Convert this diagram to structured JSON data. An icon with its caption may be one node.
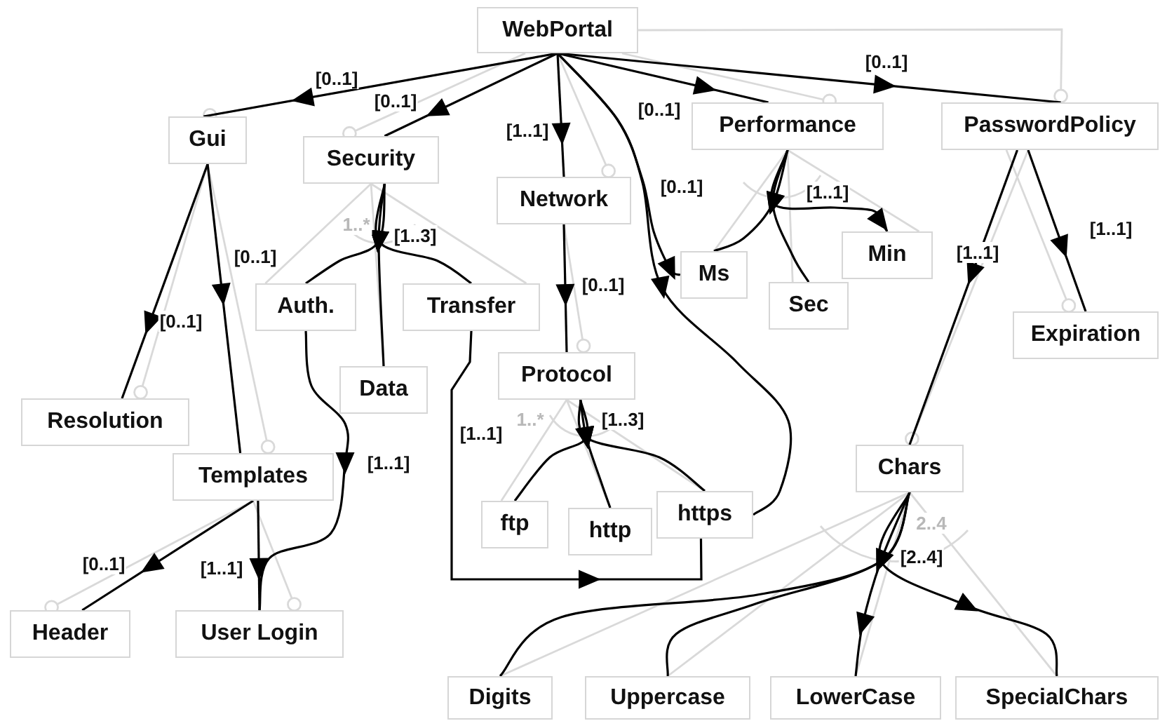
{
  "diagram": {
    "nodes": [
      {
        "text": [
          "WebPortal"
        ]
      },
      {
        "text": [
          "Gui"
        ]
      },
      {
        "text": [
          "Security"
        ]
      },
      {
        "text": [
          "Network"
        ]
      },
      {
        "text": [
          "Performance"
        ]
      },
      {
        "text": [
          "PasswordPolicy"
        ]
      },
      {
        "text": [
          "Auth."
        ]
      },
      {
        "text": [
          "Data"
        ]
      },
      {
        "text": [
          "Transfer"
        ]
      },
      {
        "text": [
          "Protocol"
        ]
      },
      {
        "text": [
          "Resolution"
        ]
      },
      {
        "text": [
          "Templates"
        ]
      },
      {
        "text": [
          "Ms"
        ]
      },
      {
        "text": [
          "Sec"
        ]
      },
      {
        "text": [
          "Min"
        ]
      },
      {
        "text": [
          "Expiration"
        ]
      },
      {
        "text": [
          "ftp"
        ]
      },
      {
        "text": [
          "http"
        ]
      },
      {
        "text": [
          "https"
        ]
      },
      {
        "text": [
          "Chars"
        ]
      },
      {
        "text": [
          "Header"
        ]
      },
      {
        "text": [
          "User Login"
        ]
      },
      {
        "text": [
          "Digits"
        ]
      },
      {
        "text": [
          "Uppercase"
        ]
      },
      {
        "text": [
          "LowerCase"
        ]
      },
      {
        "text": [
          "SpecialChars"
        ]
      }
    ],
    "edges": [
      {
        "from": 0,
        "to": 1,
        "arrow": "to",
        "label": "[0..1]"
      },
      {
        "from": 0,
        "to": 2,
        "arrow": "to",
        "label": "[0..1]"
      },
      {
        "from": 0,
        "to": 3,
        "arrow": "to",
        "label": "[1..1]"
      },
      {
        "from": 0,
        "to": 4,
        "arrow": "to",
        "label": "[0..1]"
      },
      {
        "from": 0,
        "to": 5,
        "arrow": "to",
        "label": "[0..1]"
      },
      {
        "from": 0,
        "to": 12,
        "arrow": "to",
        "label": "[0..1]"
      },
      {
        "from": 0,
        "to": 18,
        "arrow": "to"
      },
      {
        "from": 1,
        "to": 10,
        "arrow": "to",
        "label": "[0..1]"
      },
      {
        "from": 1,
        "to": 11,
        "arrow": "to",
        "label": "[0..1]"
      },
      {
        "from": 2,
        "to": 6,
        "arrow": "to",
        "label": "[1..3]"
      },
      {
        "from": 2,
        "to": 7,
        "arrow": "to"
      },
      {
        "from": 2,
        "to": 8,
        "arrow": "to"
      },
      {
        "from": 6,
        "to": 21,
        "arrow": "to",
        "label": "[1..1]"
      },
      {
        "from": 8,
        "to": 18,
        "arrow": "to",
        "label": "[1..1]"
      },
      {
        "from": 3,
        "to": 9,
        "arrow": "to",
        "label": "[0..1]"
      },
      {
        "from": 9,
        "to": 16,
        "arrow": "to",
        "label": "[1..3]"
      },
      {
        "from": 9,
        "to": 17,
        "arrow": "to"
      },
      {
        "from": 9,
        "to": 18,
        "arrow": "to"
      },
      {
        "from": 4,
        "to": 12,
        "arrow": "to",
        "label": "[1..1]"
      },
      {
        "from": 4,
        "to": 13,
        "arrow": "to"
      },
      {
        "from": 4,
        "to": 14,
        "arrow": "to"
      },
      {
        "from": 5,
        "to": 19,
        "arrow": "to",
        "label": "[1..1]"
      },
      {
        "from": 5,
        "to": 15,
        "arrow": "to",
        "label": "[1..1]"
      },
      {
        "from": 11,
        "to": 20,
        "arrow": "to",
        "label": "[0..1]"
      },
      {
        "from": 11,
        "to": 21,
        "arrow": "to",
        "label": "[1..1]"
      },
      {
        "from": 19,
        "to": 22,
        "arrow": "to",
        "label": "[2..4]"
      },
      {
        "from": 19,
        "to": 23,
        "arrow": "to"
      },
      {
        "from": 19,
        "to": 24,
        "arrow": "to"
      },
      {
        "from": 19,
        "to": 25,
        "arrow": "to"
      },
      {
        "from": 0,
        "to": 1,
        "arrow": "other",
        "color": "#d9d9d9"
      },
      {
        "from": 0,
        "to": 2,
        "arrow": "other",
        "color": "#d9d9d9"
      },
      {
        "from": 0,
        "to": 3,
        "arrow": "other",
        "color": "#d9d9d9"
      },
      {
        "from": 0,
        "to": 4,
        "arrow": "other",
        "color": "#d9d9d9"
      },
      {
        "from": 0,
        "to": 5,
        "arrow": "other",
        "color": "#d9d9d9"
      },
      {
        "from": 1,
        "to": 10,
        "arrow": "other",
        "color": "#d9d9d9"
      },
      {
        "from": 1,
        "to": 11,
        "arrow": "other",
        "color": "#d9d9d9"
      },
      {
        "from": 11,
        "to": 20,
        "arrow": "other",
        "color": "#d9d9d9"
      },
      {
        "from": 11,
        "to": 21,
        "arrow": "other",
        "color": "#d9d9d9"
      },
      {
        "from": 2,
        "to": 6,
        "arrow": "none",
        "color": "#d9d9d9"
      },
      {
        "from": 2,
        "to": 7,
        "arrow": "none",
        "color": "#d9d9d9"
      },
      {
        "from": 2,
        "to": 8,
        "arrow": "none",
        "color": "#d9d9d9"
      },
      {
        "from": 3,
        "to": 9,
        "arrow": "other",
        "color": "#d9d9d9"
      },
      {
        "from": 9,
        "to": 16,
        "arrow": "none",
        "color": "#d9d9d9"
      },
      {
        "from": 9,
        "to": 17,
        "arrow": "none",
        "color": "#d9d9d9"
      },
      {
        "from": 9,
        "to": 18,
        "arrow": "none",
        "color": "#d9d9d9"
      },
      {
        "from": 4,
        "to": 12,
        "arrow": "none",
        "color": "#d9d9d9"
      },
      {
        "from": 4,
        "to": 13,
        "arrow": "none",
        "color": "#d9d9d9"
      },
      {
        "from": 4,
        "to": 14,
        "arrow": "none",
        "color": "#d9d9d9"
      },
      {
        "from": 5,
        "to": 19,
        "arrow": "other",
        "color": "#d9d9d9"
      },
      {
        "from": 5,
        "to": 15,
        "arrow": "other",
        "color": "#d9d9d9"
      },
      {
        "from": 19,
        "to": 22,
        "arrow": "none",
        "color": "#d9d9d9"
      },
      {
        "from": 19,
        "to": 23,
        "arrow": "none",
        "color": "#d9d9d9"
      },
      {
        "from": 19,
        "to": 24,
        "arrow": "none",
        "color": "#d9d9d9"
      },
      {
        "from": 19,
        "to": 25,
        "arrow": "none",
        "color": "#d9d9d9"
      }
    ],
    "labels": [
      "1..*",
      "1..*",
      "2..4"
    ]
  }
}
